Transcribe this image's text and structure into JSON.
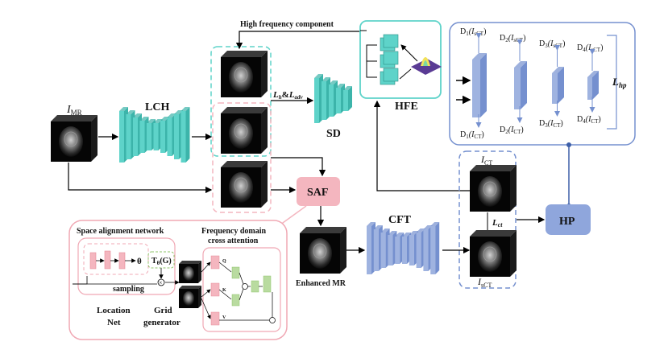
{
  "labels": {
    "high_freq": "High frequency component",
    "i_mr_base": "I",
    "i_mr_sub": "MR",
    "lch": "LCH",
    "loss_h": "L",
    "loss_h_sub": "h",
    "loss_amp": "&",
    "loss_adv": "L",
    "loss_adv_sub": "adv",
    "sd": "SD",
    "hfe": "HFE",
    "saf": "SAF",
    "cft": "CFT",
    "hp": "HP",
    "enhanced_mr": "Enhanced MR",
    "space_alignment": "Space alignment network",
    "freq_domain_1": "Frequency domain",
    "freq_domain_2": "cross attention",
    "theta": "θ",
    "t_theta": "T",
    "t_theta_sub": "θ",
    "t_theta_arg": "(G)",
    "sampling": "sampling",
    "location_net_1": "Location",
    "location_net_2": "Net",
    "grid_gen_1": "Grid",
    "grid_gen_2": "generator",
    "i_ct_base": "I",
    "i_ct_sub": "CT",
    "i_sct_base": "I",
    "i_sct_sub": "sCT",
    "l_ct_base": "L",
    "l_ct_sub": "ct",
    "l_hp_base": "L",
    "l_hp_sub": "hp",
    "q": "Q",
    "k": "K",
    "v": "V"
  },
  "d_labels": {
    "top": [
      {
        "d": "D",
        "n": "1",
        "arg": "(I",
        "sub": "sCT",
        "close": ")"
      },
      {
        "d": "D",
        "n": "2",
        "arg": "(I",
        "sub": "sCT",
        "close": ")"
      },
      {
        "d": "D",
        "n": "3",
        "arg": "(I",
        "sub": "sCT",
        "close": ")"
      },
      {
        "d": "D",
        "n": "4",
        "arg": "(I",
        "sub": "sCT",
        "close": ")"
      }
    ],
    "bottom": [
      {
        "d": "D",
        "n": "1",
        "arg": "(I",
        "sub": "CT",
        "close": ")"
      },
      {
        "d": "D",
        "n": "2",
        "arg": "(I",
        "sub": "CT",
        "close": ")"
      },
      {
        "d": "D",
        "n": "3",
        "arg": "(I",
        "sub": "CT",
        "close": ")"
      },
      {
        "d": "D",
        "n": "4",
        "arg": "(I",
        "sub": "CT",
        "close": ")"
      }
    ]
  },
  "colors": {
    "teal": "#5ed3c9",
    "teal_dark": "#3cb4aa",
    "pink": "#f4b6bf",
    "pink_dark": "#e88a98",
    "blue": "#9fb3e0",
    "blue_dark": "#7590cf",
    "green": "#b9dba0",
    "green_dark": "#8fc46a"
  }
}
